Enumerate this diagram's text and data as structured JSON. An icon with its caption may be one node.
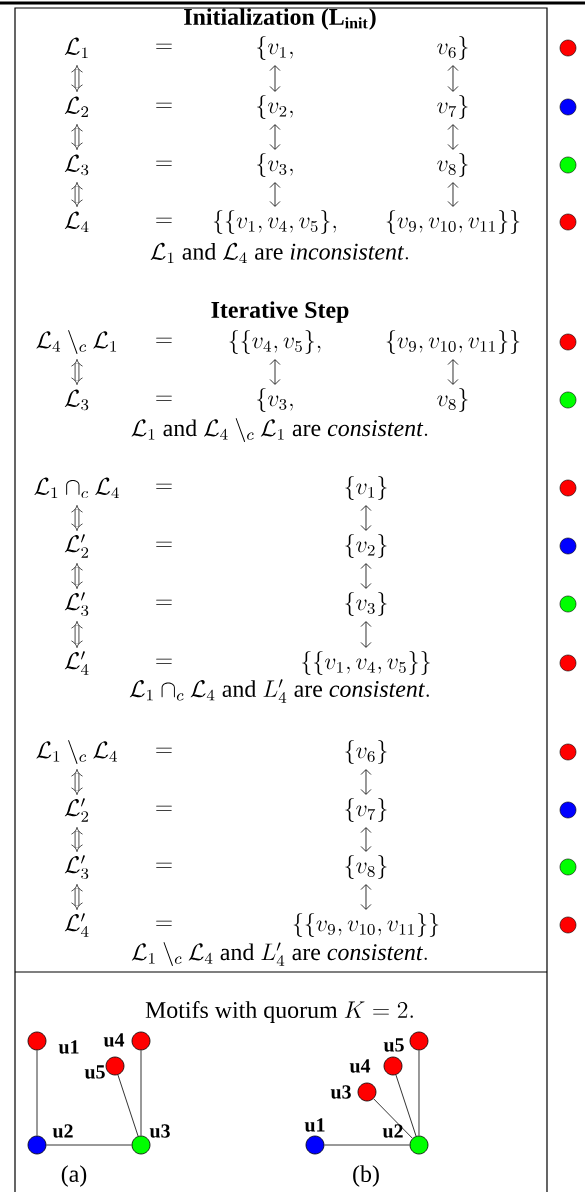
{
  "diagram": {
    "title": "Initialization (L$_{init}$)",
    "nodes": [
      {
        "text": [
          "u1"
        ]
      },
      {
        "text": [
          "u2"
        ]
      },
      {
        "text": [
          "u3"
        ]
      },
      {
        "text": [
          "u4"
        ]
      },
      {
        "text": [
          "u5"
        ]
      },
      {
        "text": [
          "u1"
        ]
      },
      {
        "text": [
          "u2"
        ]
      },
      {
        "text": [
          "u3"
        ]
      },
      {
        "text": [
          "u4"
        ]
      },
      {
        "text": [
          "u5"
        ]
      }
    ],
    "edges": [
      {
        "from": 0,
        "to": 1,
        "arrow": "none"
      },
      {
        "from": 1,
        "to": 2,
        "arrow": "none"
      },
      {
        "from": 3,
        "to": 2,
        "arrow": "none"
      },
      {
        "from": 4,
        "to": 2,
        "arrow": "none"
      },
      {
        "from": 5,
        "to": 6,
        "arrow": "none"
      },
      {
        "from": 7,
        "to": 6,
        "arrow": "none"
      },
      {
        "from": 8,
        "to": 6,
        "arrow": "none"
      },
      {
        "from": 9,
        "to": 6,
        "arrow": "none"
      }
    ],
    "labels": [
      "\\mathcal{L}_1",
      "=",
      "\\{v_1,",
      "v_6\\}",
      "\\mathcal{L}_2",
      "=",
      "\\{v_2,",
      "v_7\\}",
      "\\mathcal{L}_3",
      "=",
      "\\{v_3,",
      "v_8\\}",
      "\\mathcal{L}_4",
      "=",
      "\\{\\{v_1,v_4,v_5\\},",
      "\\{v_9,v_{10},v_{11}\\}\\}",
      "\\mathcal{L}_1 \\mbox{ and } \\mathcal{L}_4 \\mbox{ are } \\mathit{inconsistent}.",
      "Iterative Step",
      "\\mathcal{L}_4 \\setminus_c \\mathcal{L}_1",
      "=",
      "\\{\\{v_4,v_5\\},",
      "\\{v_9,v_{10},v_{11}\\}\\}",
      "\\mathcal{L}_3",
      "=",
      "\\{v_3,",
      "v_8\\}",
      "\\mathcal{L}_1 \\mbox{ and } \\mathcal{L}_4 \\setminus_c \\mathcal{L}_1 \\mbox{ are } \\mathit{consistent}.",
      "\\mathcal{L}_1 \\cap_c \\mathcal{L}_4",
      "=",
      "\\{v_1\\}",
      "\\mathcal{L}'_2",
      "=",
      "\\{v_2\\}",
      "\\mathcal{L}'_3",
      "=",
      "\\{v_3\\}",
      "\\mathcal{L}'_4",
      "=",
      "\\{\\{v_1,v_4,v_5\\}\\}",
      "\\mathcal{L}_1 \\cap_c \\mathcal{L}_4 \\mbox{ and } L'_4 \\mbox{ are } \\mathit{consistent}.",
      "\\mathcal{L}_1 \\setminus_c \\mathcal{L}_4",
      "=",
      "\\{v_6\\}",
      "\\mathcal{L}'_2",
      "=",
      "\\{v_7\\}",
      "\\mathcal{L}'_3",
      "=",
      "\\{v_8\\}",
      "\\mathcal{L}'_4",
      "=",
      "\\{\\{v_9,v_{10},v_{11}\\}\\}",
      "\\mathcal{L}_1 \\setminus_c \\mathcal{L}_4 \\mbox{ and } L'_4 \\mbox{ are } \\mathit{consistent}.",
      "\\mbox{Motifs with quorum } K = 2.",
      "(a)",
      "(b)"
    ]
  }
}
